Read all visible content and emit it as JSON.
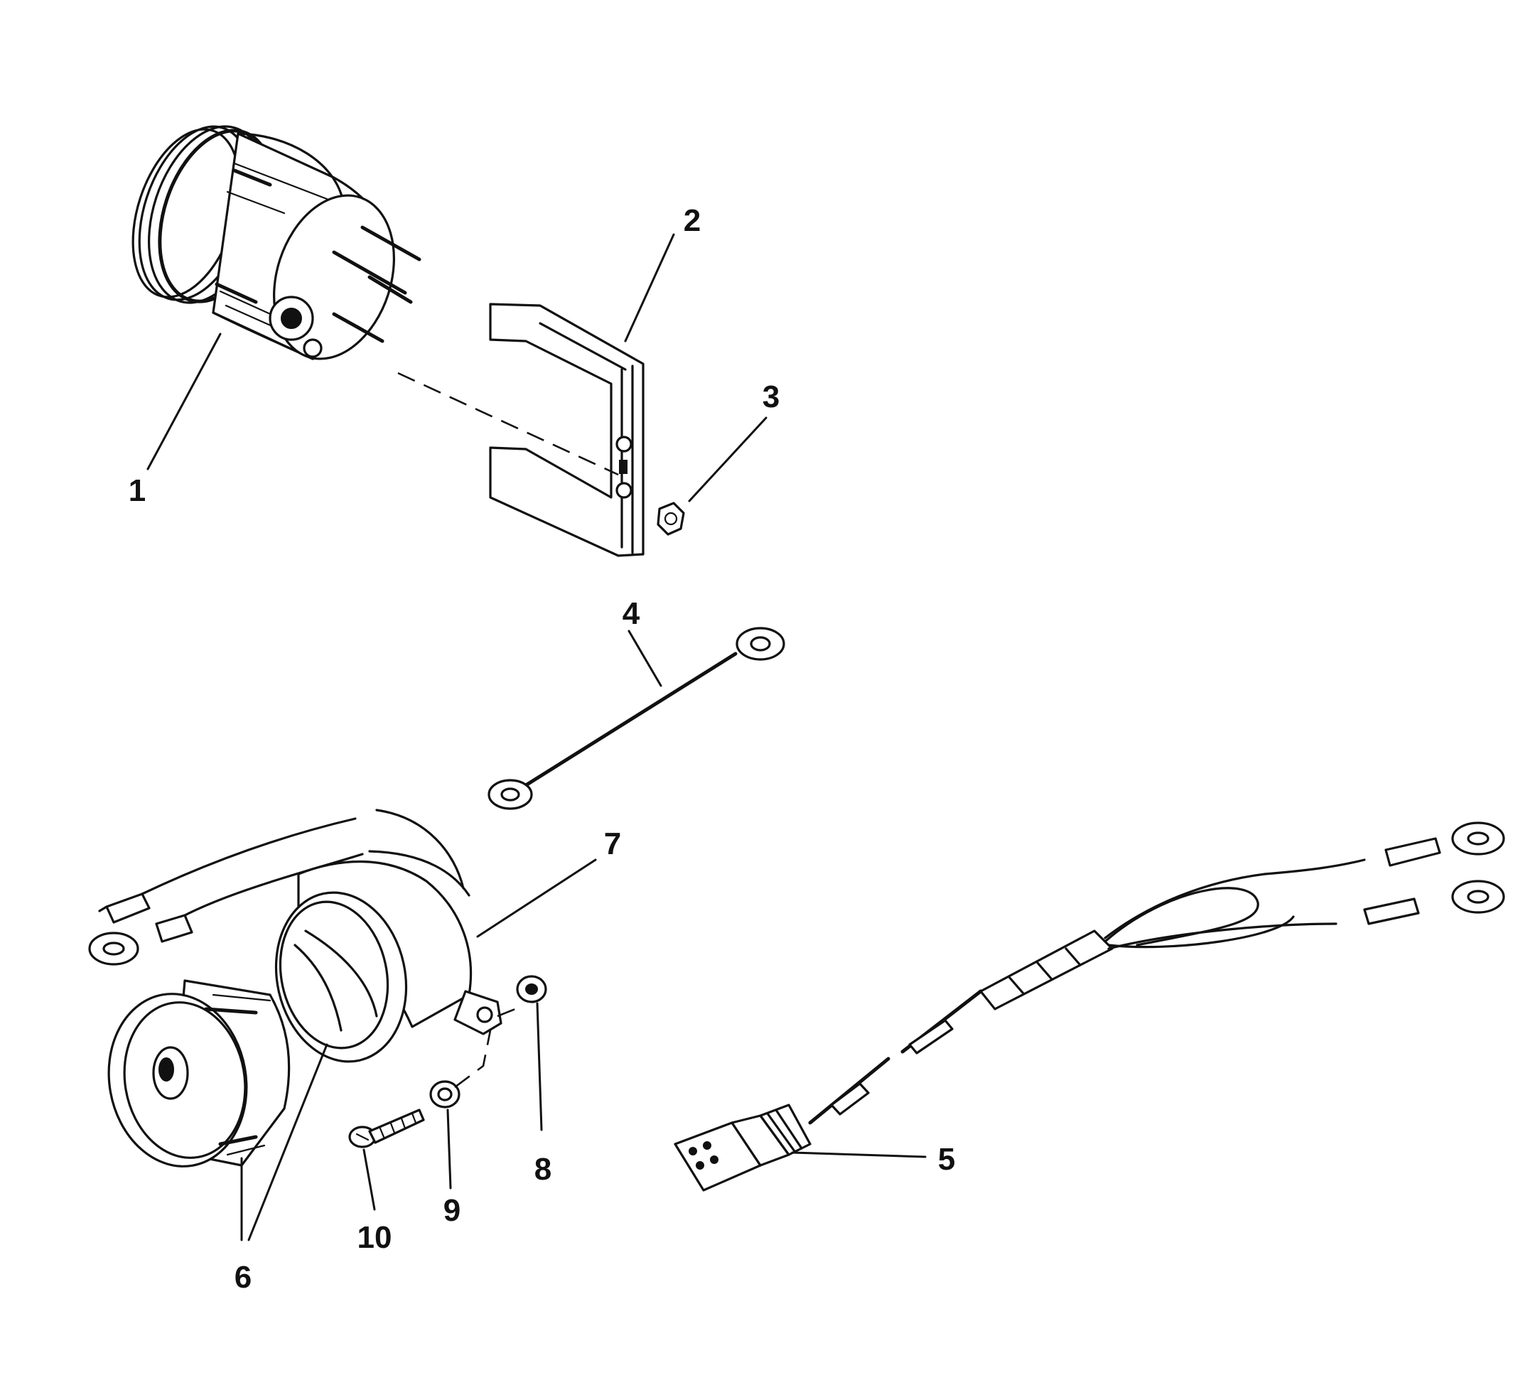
{
  "callouts": {
    "c1": "1",
    "c2": "2",
    "c3": "3",
    "c4": "4",
    "c5": "5",
    "c6": "6",
    "c7": "7",
    "c8": "8",
    "c9": "9",
    "c10": "10"
  },
  "parts": [
    {
      "ref": "1",
      "icon": "gauge-icon"
    },
    {
      "ref": "2",
      "icon": "mounting-bracket-icon"
    },
    {
      "ref": "3",
      "icon": "nut-icon"
    },
    {
      "ref": "4",
      "icon": "ground-wire-icon"
    },
    {
      "ref": "5",
      "icon": "wiring-harness-icon"
    },
    {
      "ref": "6",
      "icon": "light-socket-icon"
    },
    {
      "ref": "7",
      "icon": "bracket-housing-icon"
    },
    {
      "ref": "8",
      "icon": "nut-icon"
    },
    {
      "ref": "9",
      "icon": "washer-icon"
    },
    {
      "ref": "10",
      "icon": "screw-icon"
    }
  ]
}
